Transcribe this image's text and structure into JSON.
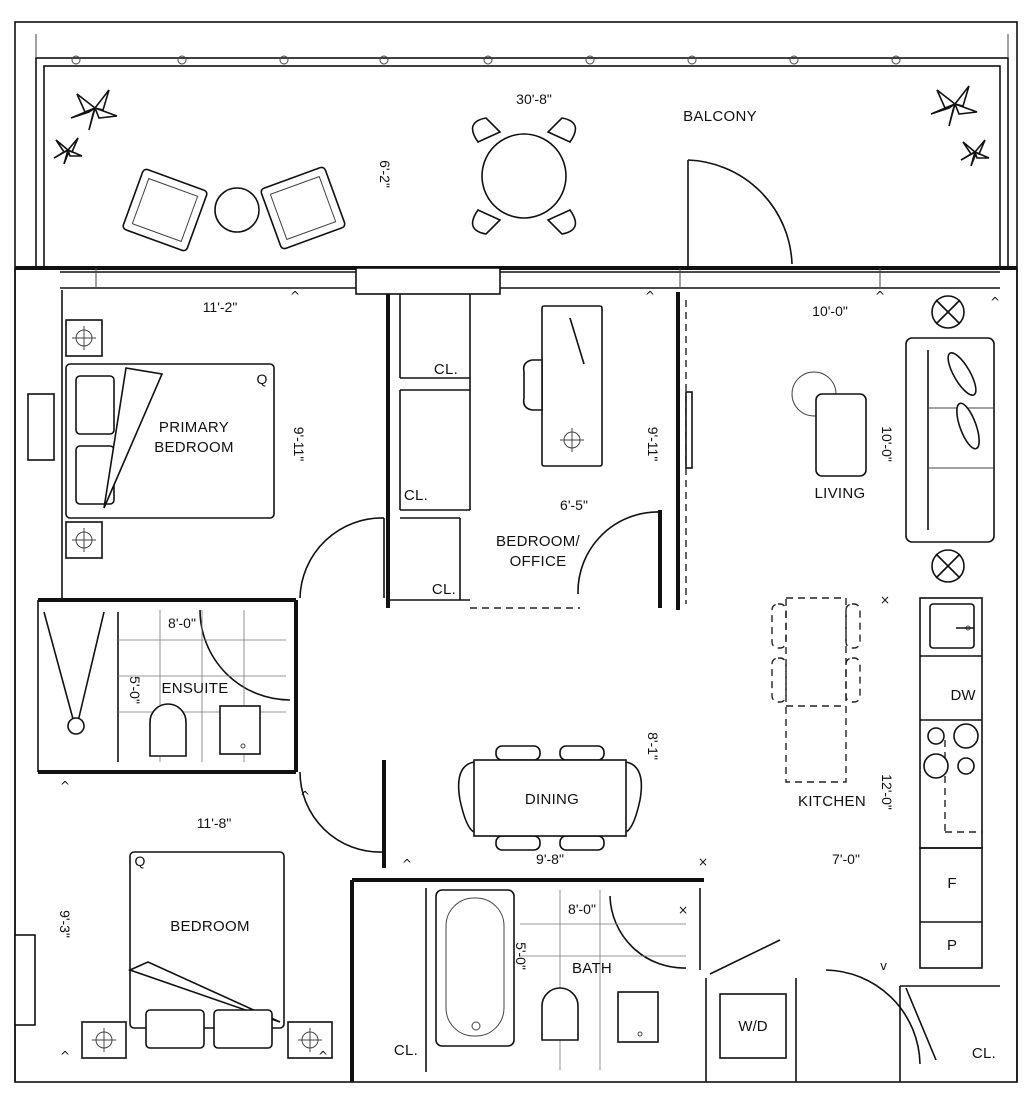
{
  "rooms": {
    "balcony": "BALCONY",
    "primary_bedroom_1": "PRIMARY",
    "primary_bedroom_2": "BEDROOM",
    "bedroom_office_1": "BEDROOM/",
    "bedroom_office_2": "OFFICE",
    "living": "LIVING",
    "ensuite": "ENSUITE",
    "dining": "DINING",
    "kitchen": "KITCHEN",
    "bedroom": "BEDROOM",
    "bath": "BATH"
  },
  "closets": {
    "office_cl_top": "CL.",
    "office_cl_mid": "CL.",
    "office_cl_bottom": "CL.",
    "bedroom_cl": "CL.",
    "entry_cl": "CL."
  },
  "appliances": {
    "dishwasher": "DW",
    "fridge": "F",
    "pantry": "P",
    "washer_dryer": "W/D"
  },
  "dimensions": {
    "balcony_width": "30'-8\"",
    "balcony_depth": "6'-2\"",
    "primary_width": "11'-2\"",
    "primary_depth": "9'-11\"",
    "office_width": "6'-5\"",
    "office_depth": "9'-11\"",
    "living_width": "10'-0\"",
    "living_depth": "10'-0\"",
    "ensuite_width": "8'-0\"",
    "ensuite_depth": "5'-0\"",
    "dining_depth": "8'-1\"",
    "dining_width": "9'-8\"",
    "kitchen_depth": "12'-0\"",
    "kitchen_width": "7'-0\"",
    "bedroom_width": "11'-8\"",
    "bedroom_depth": "9'-3\"",
    "bath_width": "8'-0\"",
    "bath_depth": "5'-0\""
  },
  "markers": {
    "primary_bed_q": "Q",
    "bedroom_bed_q": "Q"
  }
}
